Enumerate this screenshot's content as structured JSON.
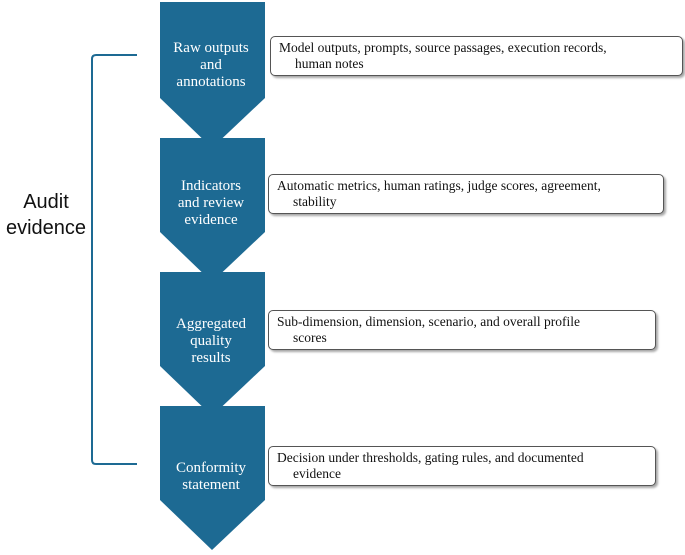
{
  "bracket_label": {
    "line1": "Audit",
    "line2": "evidence"
  },
  "accent_color": "#1d6a93",
  "steps": [
    {
      "label_lines": [
        "Raw outputs",
        "and",
        "annotations"
      ],
      "description_line1": "Model outputs, prompts, source passages, execution records,",
      "description_line2": "human notes"
    },
    {
      "label_lines": [
        "Indicators",
        "and review",
        "evidence"
      ],
      "description_line1": "Automatic metrics, human ratings, judge scores, agreement,",
      "description_line2": "stability"
    },
    {
      "label_lines": [
        "Aggregated",
        "quality",
        "results"
      ],
      "description_line1": "Sub-dimension, dimension, scenario, and overall profile",
      "description_line2": "scores"
    },
    {
      "label_lines": [
        "Conformity",
        "statement"
      ],
      "description_line1": "Decision under thresholds, gating rules, and documented",
      "description_line2": "evidence"
    }
  ]
}
